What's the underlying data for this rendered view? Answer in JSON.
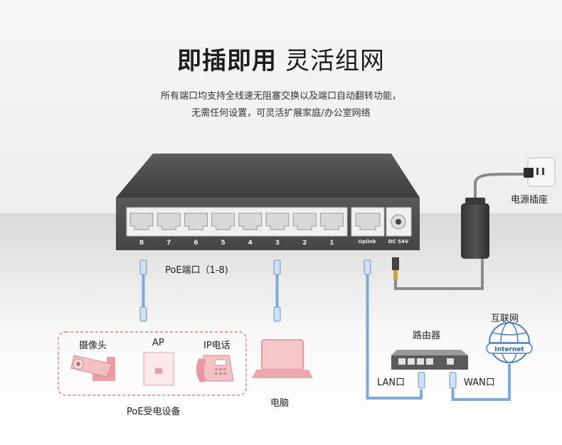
{
  "heading": {
    "part1": "即插即用",
    "part2": "灵活组网"
  },
  "description": {
    "line1": "所有端口均支持全线速无阻塞交换以及端口自动翻转功能，",
    "line2": "无需任何设置，可灵活扩展家庭/办公室网络"
  },
  "switch": {
    "port_numbers": [
      "8",
      "7",
      "6",
      "5",
      "4",
      "3",
      "2",
      "1"
    ],
    "uplink_label": "Uplink",
    "dc_label": "DC 54V"
  },
  "labels": {
    "poe_ports": "PoE端口（1-8)",
    "power_socket": "电源插座",
    "internet": "互联网",
    "internet_badge": "Internet",
    "router": "路由器",
    "lan": "LAN口",
    "wan": "WAN口",
    "computer": "电脑",
    "poe_devices": "PoE受电设备"
  },
  "devices": [
    {
      "label": "摄像头",
      "icon": "camera-icon"
    },
    {
      "label": "AP",
      "icon": "access-point-icon"
    },
    {
      "label": "IP电话",
      "icon": "ip-phone-icon"
    }
  ],
  "colors": {
    "accent": "#e8a0a4",
    "cable": "#7ea9d8",
    "switch_body": "#4a4a4a"
  }
}
